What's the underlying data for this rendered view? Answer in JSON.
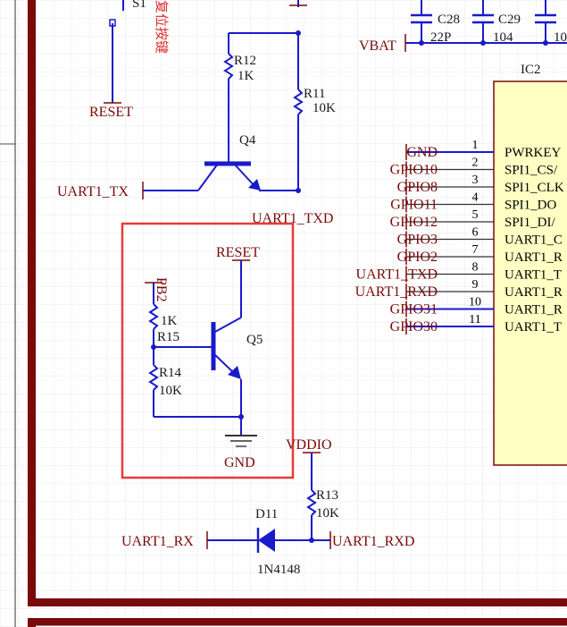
{
  "components": {
    "s1": "S1",
    "s1_note": "复位按键",
    "r12": {
      "ref": "R12",
      "val": "1K"
    },
    "r11": {
      "ref": "R11",
      "val": "10K"
    },
    "q4": "Q4",
    "q5": "Q5",
    "r15": {
      "ref": "R15",
      "val": "1K"
    },
    "r14": {
      "ref": "R14",
      "val": "10K"
    },
    "r13": {
      "ref": "R13",
      "val": "10K"
    },
    "d11": {
      "ref": "D11",
      "val": "1N4148"
    },
    "c28": {
      "ref": "C28",
      "val": "22P"
    },
    "c29": {
      "ref": "C29",
      "val": "104"
    },
    "c30_val": "10",
    "ic2": "IC2"
  },
  "nets": {
    "reset_s1": "RESET",
    "vbat": "VBAT",
    "uart1_tx": "UART1_TX",
    "uart1_txd": "UART1_TXD",
    "reset_q5": "RESET",
    "pb2": "PB2",
    "gnd_q5": "GND",
    "vddio": "VDDIO",
    "uart1_rx": "UART1_RX",
    "uart1_rxd": "UART1_RXD"
  },
  "ic_pins": [
    {
      "num": "1",
      "net": "GND",
      "name": "PWRKEY"
    },
    {
      "num": "2",
      "net": "GPIO10",
      "name": "SPI1_CS/"
    },
    {
      "num": "3",
      "net": "GPIO8",
      "name": "SPI1_CLK"
    },
    {
      "num": "4",
      "net": "GPIO11",
      "name": "SPI1_DO"
    },
    {
      "num": "5",
      "net": "GPIO12",
      "name": "SPI1_DI/"
    },
    {
      "num": "6",
      "net": "GPIO3",
      "name": "UART1_C"
    },
    {
      "num": "7",
      "net": "GPIO2",
      "name": "UART1_R"
    },
    {
      "num": "8",
      "net": "UART1_TXD",
      "name": "UART1_T"
    },
    {
      "num": "9",
      "net": "UART1_RXD",
      "name": "UART1_R"
    },
    {
      "num": "10",
      "net": "GPIO31",
      "name": "UART1_R"
    },
    {
      "num": "11",
      "net": "GPIO30",
      "name": "UART1_T"
    }
  ],
  "colors": {
    "wire": "#1a1acc",
    "net_label": "#7a0a0a",
    "border": "#7a0a0a",
    "ic_fill": "#ffffc4",
    "highlight_box": "#e83a3a",
    "grid": "#e6e6e6"
  }
}
